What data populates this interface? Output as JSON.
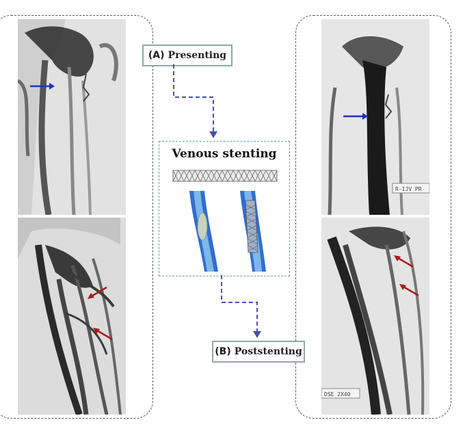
{
  "labels": {
    "a_letter": "(A)",
    "a_text": "Presenting",
    "b_letter": "(B)",
    "b_text": "Poststenting",
    "center_title": "Venous stenting"
  },
  "image_texts": {
    "top_right_tag": "R-IJV PR",
    "bottom_right_tag": "DSE 2X40"
  },
  "colors": {
    "connector": "#4a4fb0",
    "blue_arrow": "#2030c0",
    "red_arrow": "#b01818",
    "stent_blue": "#2f6fd0"
  }
}
